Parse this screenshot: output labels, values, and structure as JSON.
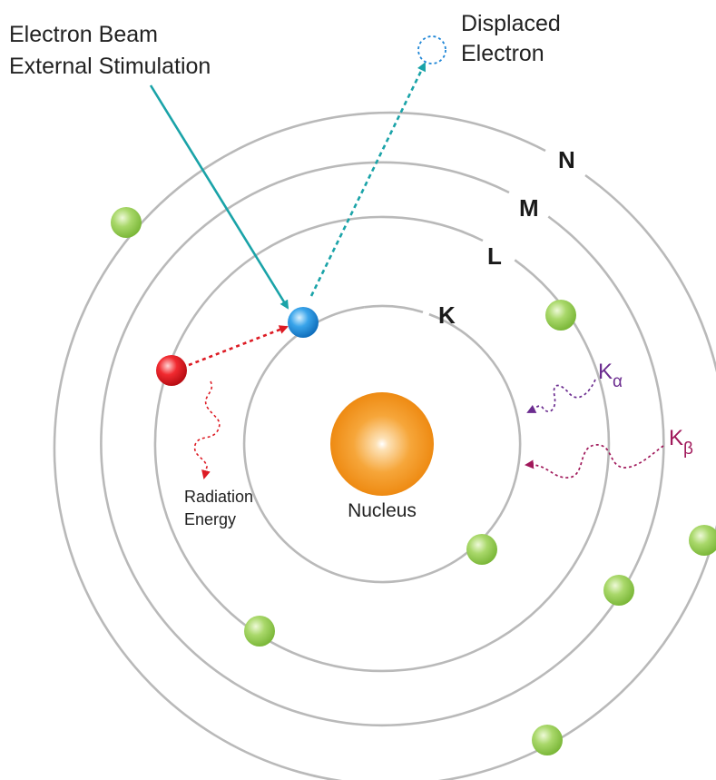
{
  "colors": {
    "orbit": "#b9b9b9",
    "electron_green": "#92cc4a",
    "electron_blue": "#1f86d6",
    "electron_red": "#e0141c",
    "nucleus": "#f39a1e",
    "beam_arrow": "#1aa3a8",
    "transition_arrow": "#dd1b24",
    "k_alpha": "#6b2c8f",
    "k_beta": "#a0185a"
  },
  "labels": {
    "beam_line1": "Electron Beam",
    "beam_line2": "External Stimulation",
    "displaced_line1": "Displaced",
    "displaced_line2": "Electron",
    "radiation_line1": "Radiation",
    "radiation_line2": "Energy",
    "nucleus": "Nucleus"
  },
  "shells": {
    "k": "K",
    "l": "L",
    "m": "M",
    "n": "N"
  },
  "emission_lines": {
    "k_alpha_base": "K",
    "k_alpha_sub": "α",
    "k_beta_base": "K",
    "k_beta_sub": "β"
  }
}
